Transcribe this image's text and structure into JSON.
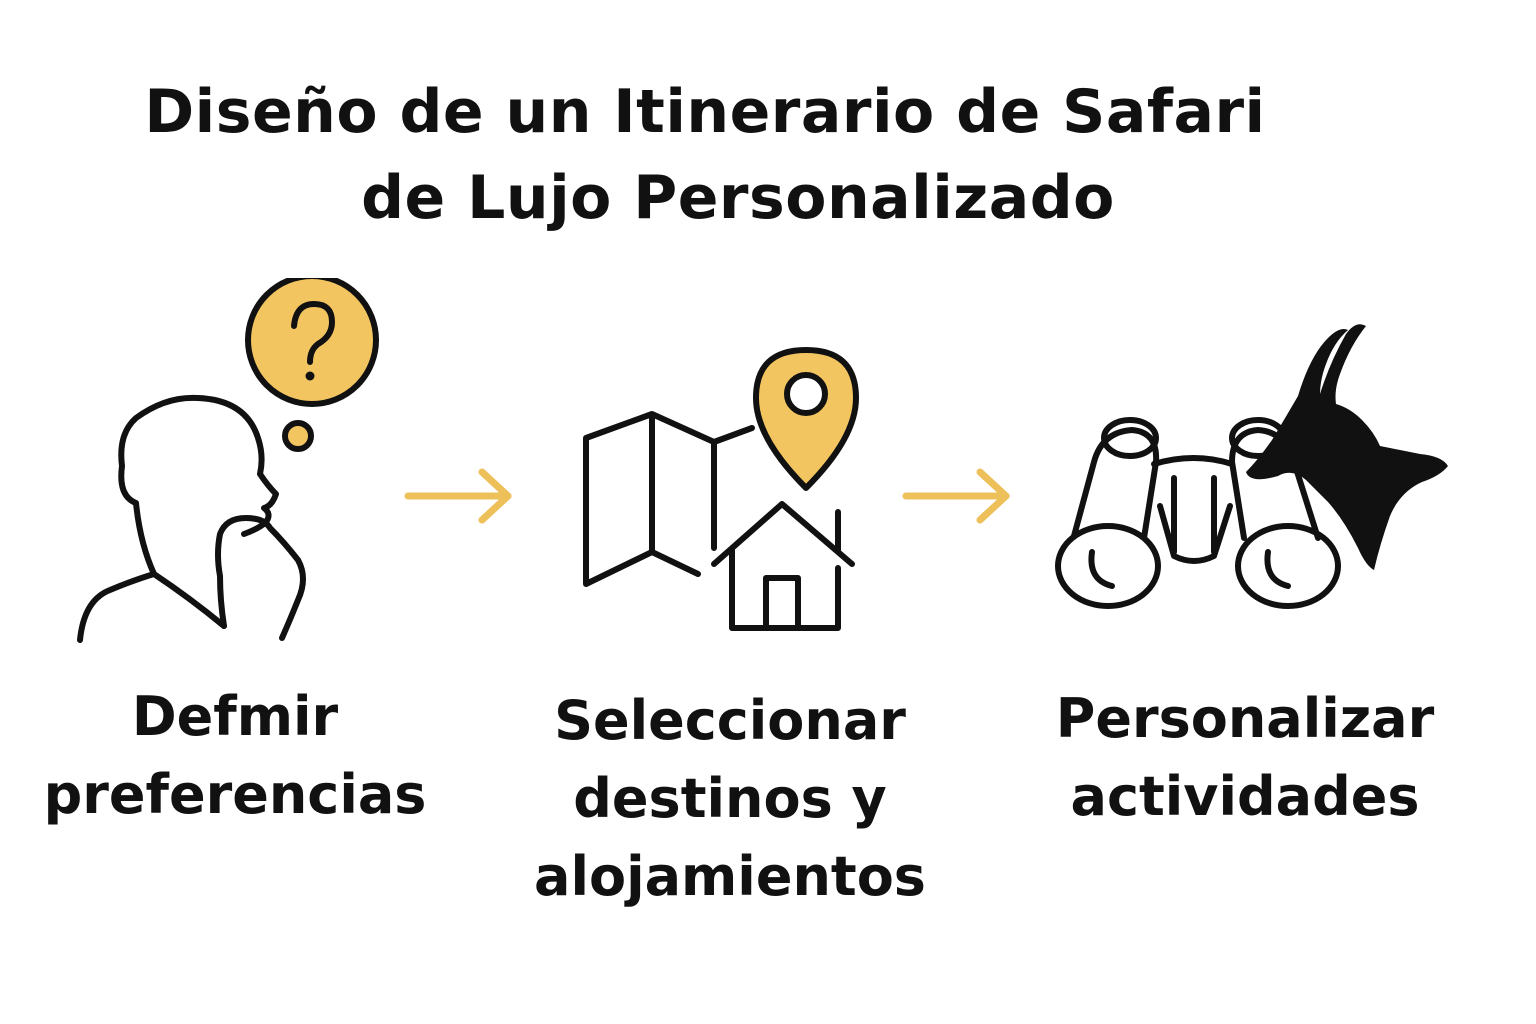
{
  "title": {
    "line1": "Diseño de un Itinerario de Safari",
    "line2": "de Lujo Personalizado"
  },
  "steps": [
    {
      "icon": "thinking-person-question-icon",
      "label_lines": [
        "Defmir",
        "preferencias"
      ]
    },
    {
      "icon": "map-pin-house-icon",
      "label_lines": [
        "Seleccionar",
        "destinos y",
        "alojamientos"
      ]
    },
    {
      "icon": "binoculars-antelope-icon",
      "label_lines": [
        "Personalizar",
        "actividades"
      ]
    }
  ],
  "colors": {
    "accent": "#F2C561",
    "arrow": "#EEC05A",
    "stroke": "#111111",
    "background": "#FFFFFF"
  }
}
